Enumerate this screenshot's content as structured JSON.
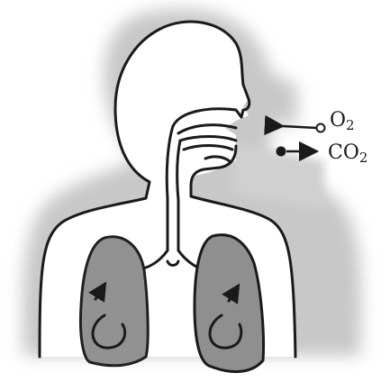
{
  "labels": {
    "oxygen": {
      "symbol": "O",
      "subscript": "2"
    },
    "carbon_dioxide": {
      "symbol": "CO",
      "subscript": "2"
    }
  },
  "colors": {
    "outline": "#1a1a1a",
    "halo": "#c8c8c8",
    "lung_fill": "#8f8f8f",
    "nasal_shade": "#d0d0d0",
    "background": "#ffffff"
  }
}
